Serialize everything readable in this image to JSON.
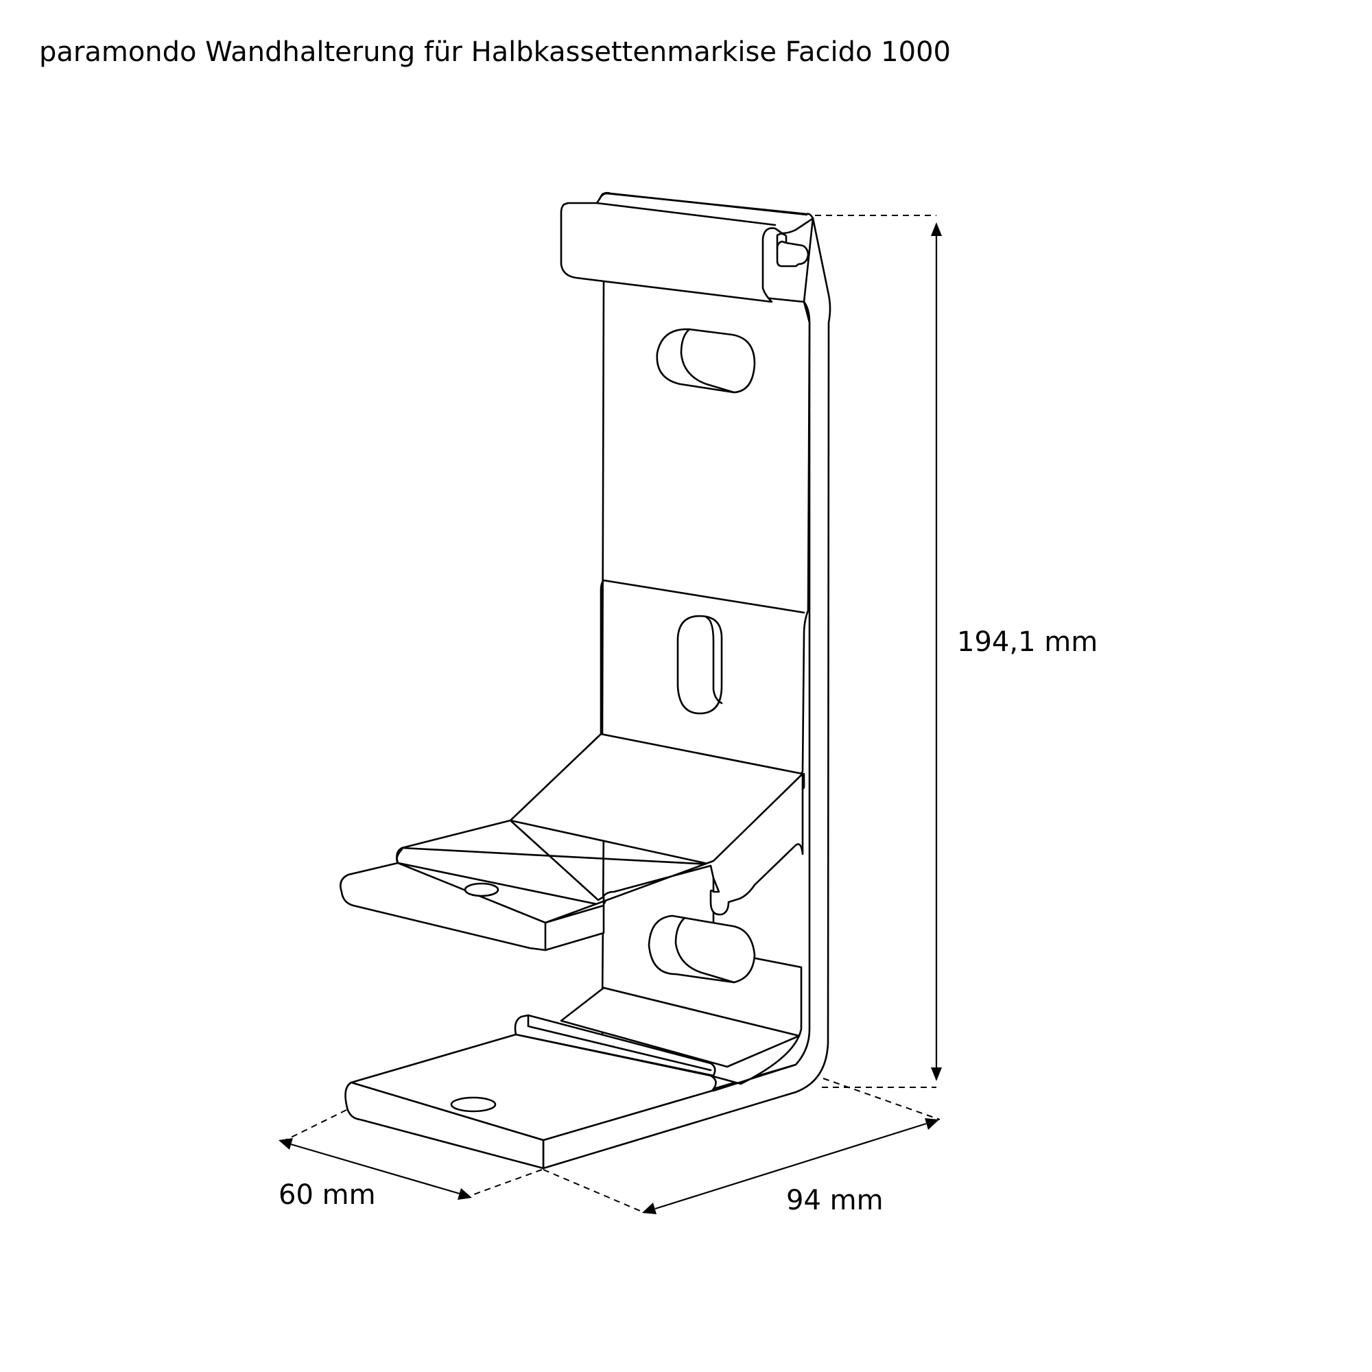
{
  "title": "paramondo Wandhalterung für Halbkassettenmarkise Facido 1000",
  "dimensions": {
    "height": "194,1 mm",
    "depth": "60 mm",
    "width": "94 mm"
  }
}
